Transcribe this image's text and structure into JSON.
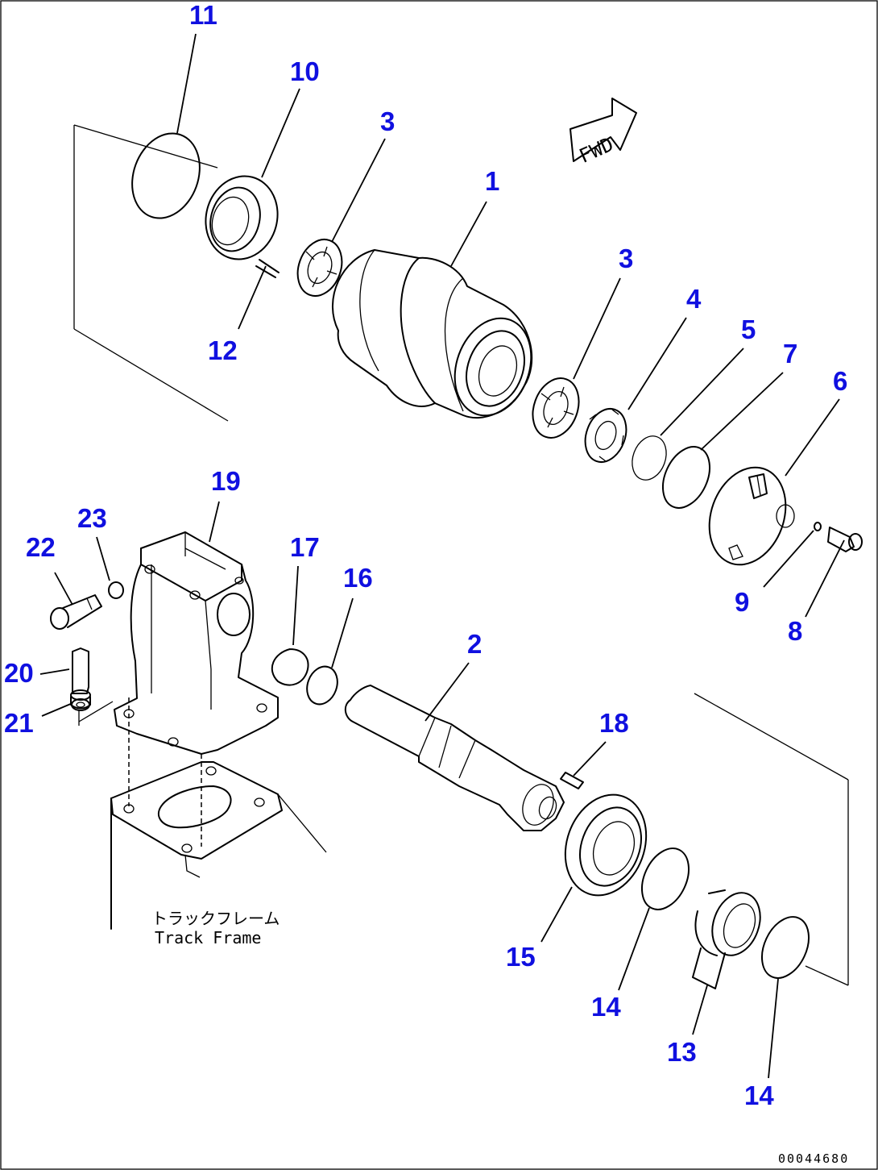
{
  "note": {
    "japanese": "トラックフレーム",
    "english": "Track Frame"
  },
  "fwd_arrow": "FWD",
  "drawing_id": "00044680",
  "callouts": [
    {
      "id": "c11",
      "text": "11"
    },
    {
      "id": "c10",
      "text": "10"
    },
    {
      "id": "c3a",
      "text": "3"
    },
    {
      "id": "c1",
      "text": "1"
    },
    {
      "id": "c12",
      "text": "12"
    },
    {
      "id": "c3b",
      "text": "3"
    },
    {
      "id": "c4",
      "text": "4"
    },
    {
      "id": "c5",
      "text": "5"
    },
    {
      "id": "c7",
      "text": "7"
    },
    {
      "id": "c6",
      "text": "6"
    },
    {
      "id": "c9",
      "text": "9"
    },
    {
      "id": "c8",
      "text": "8"
    },
    {
      "id": "c19",
      "text": "19"
    },
    {
      "id": "c23",
      "text": "23"
    },
    {
      "id": "c22",
      "text": "22"
    },
    {
      "id": "c17",
      "text": "17"
    },
    {
      "id": "c16",
      "text": "16"
    },
    {
      "id": "c20",
      "text": "20"
    },
    {
      "id": "c21",
      "text": "21"
    },
    {
      "id": "c2",
      "text": "2"
    },
    {
      "id": "c18",
      "text": "18"
    },
    {
      "id": "c15",
      "text": "15"
    },
    {
      "id": "c14a",
      "text": "14"
    },
    {
      "id": "c13",
      "text": "13"
    },
    {
      "id": "c14b",
      "text": "14"
    }
  ]
}
